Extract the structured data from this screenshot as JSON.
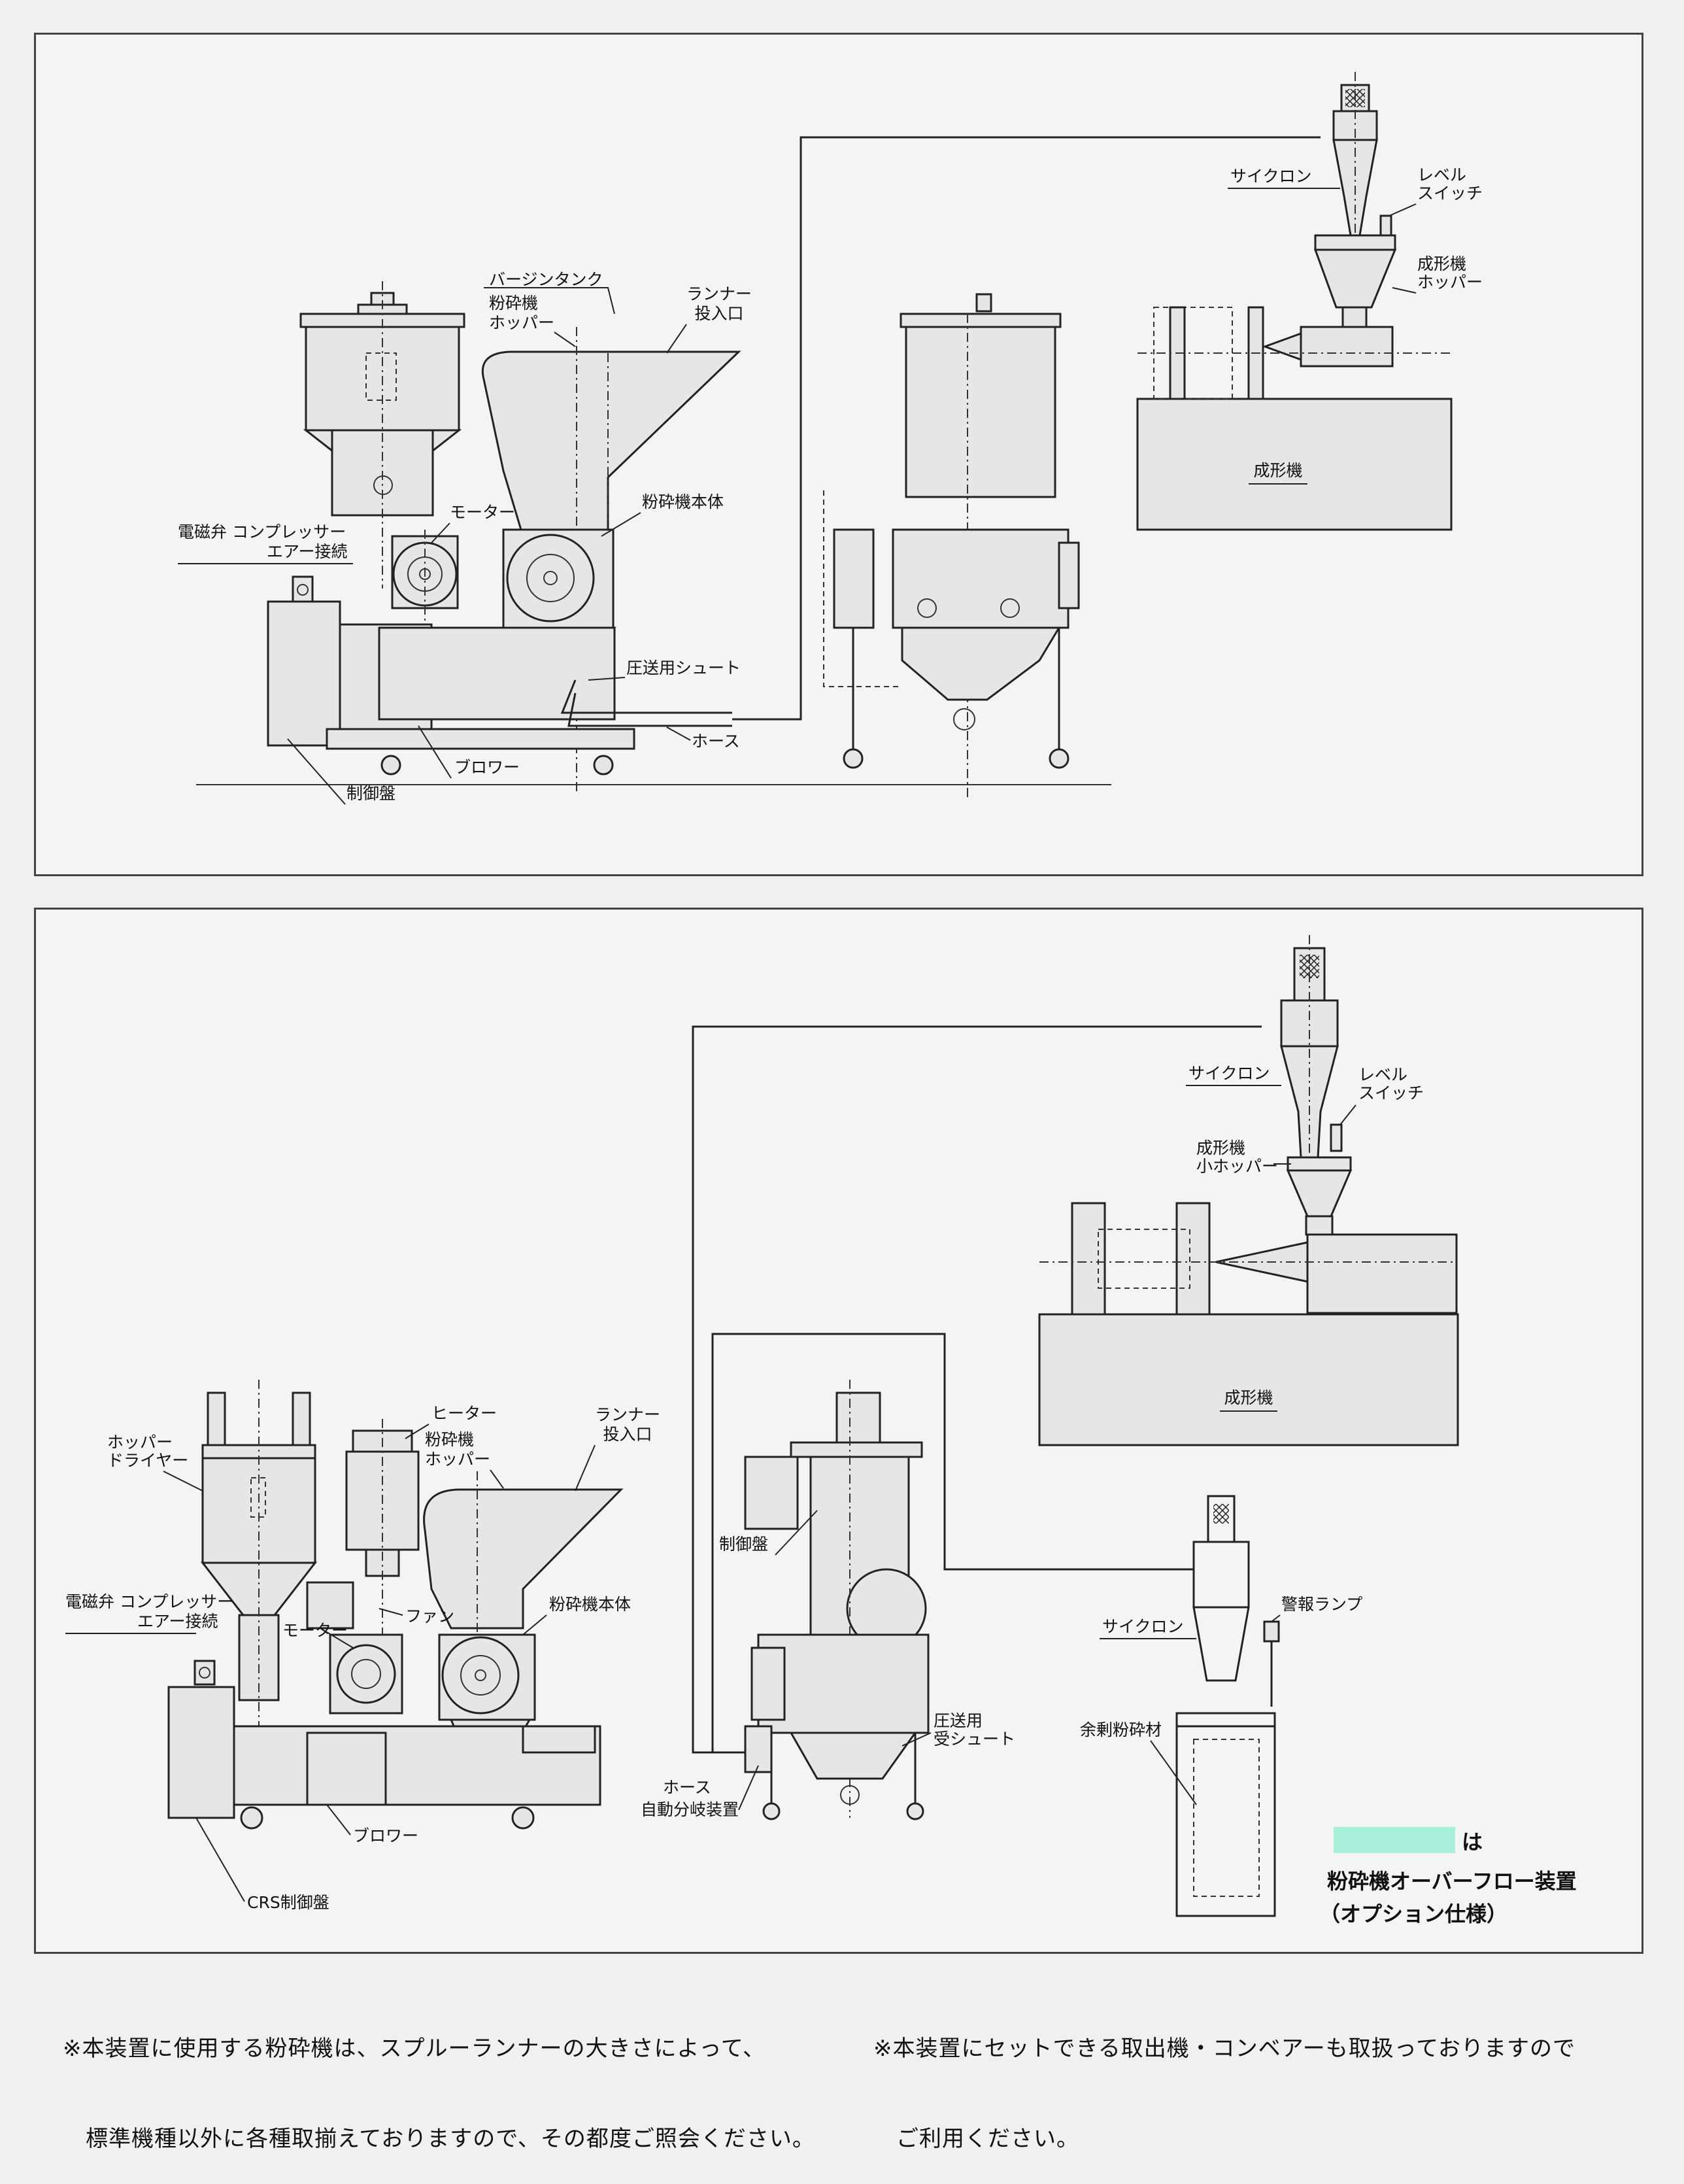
{
  "colors": {
    "background": "#f0f0ee",
    "frame": "#444444",
    "line": "#222222",
    "overflow_option": "#a9f0dc",
    "part_fill": "#e6e6e4"
  },
  "top_diagram": {
    "labels": {
      "virgin_tank": "バージンタンク",
      "crusher_hopper_1": "粉砕機",
      "crusher_hopper_2": "ホッパー",
      "runner_inlet_1": "ランナー",
      "runner_inlet_2": "投入口",
      "solenoid": "電磁弁 コンプレッサー",
      "air_connection": "エアー接続",
      "motor": "モーター",
      "crusher_body": "粉砕機本体",
      "pressure_chute": "圧送用シュート",
      "hose": "ホース",
      "blower": "ブロワー",
      "control_panel": "制御盤",
      "cyclone": "サイクロン",
      "level_switch_1": "レベル",
      "level_switch_2": "スイッチ",
      "molding_hopper_1": "成形機",
      "molding_hopper_2": "ホッパー",
      "molding_machine": "成形機"
    }
  },
  "bottom_diagram": {
    "labels": {
      "hopper_dryer_1": "ホッパー",
      "hopper_dryer_2": "ドライヤー",
      "heater": "ヒーター",
      "crusher_hopper_1": "粉砕機",
      "crusher_hopper_2": "ホッパー",
      "runner_inlet_1": "ランナー",
      "runner_inlet_2": "投入口",
      "solenoid": "電磁弁 コンプレッサー",
      "air_connection": "エアー接続",
      "fan": "ファン",
      "motor": "モーター",
      "crusher_body": "粉砕機本体",
      "blower": "ブロワー",
      "crs_panel": "CRS制御盤",
      "control_panel": "制御盤",
      "receive_chute_1": "圧送用",
      "receive_chute_2": "受シュート",
      "hose": "ホース",
      "auto_diverter": "自動分岐装置",
      "cyclone": "サイクロン",
      "level_switch_1": "レベル",
      "level_switch_2": "スイッチ",
      "small_hopper_1": "成形機",
      "small_hopper_2": "小ホッパー",
      "molding_machine": "成形機",
      "cyclone_2": "サイクロン",
      "alarm_lamp": "警報ランプ",
      "surplus_material": "余剰粉砕材"
    },
    "legend": {
      "suffix": "は",
      "title": "粉砕機オーバーフロー装置",
      "option": "（オプション仕様）"
    }
  },
  "notes": {
    "left_line1": "※本装置に使用する粉砕機は、スプルーランナーの大きさによって、",
    "left_line2": "　標準機種以外に各種取揃えておりますので、その都度ご照会ください。",
    "right_line1": "※本装置にセットできる取出機・コンベアーも取扱っておりますので",
    "right_line2": "　ご利用ください。"
  }
}
